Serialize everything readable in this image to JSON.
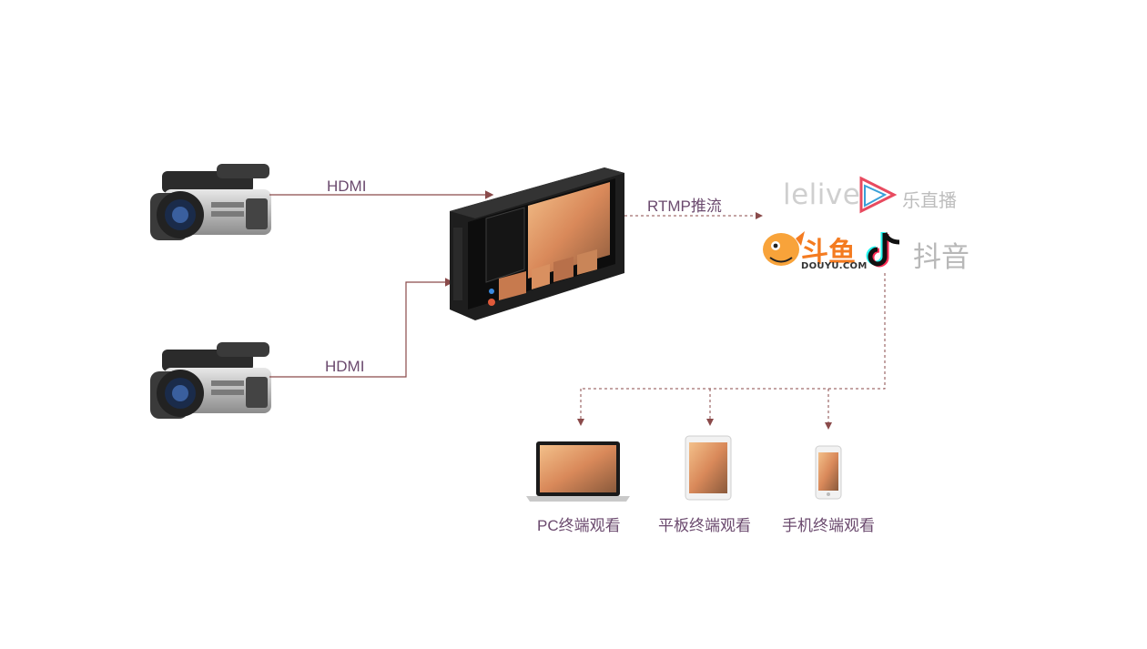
{
  "links": {
    "camera1_label": "HDMI",
    "camera2_label": "HDMI",
    "stream_label": "RTMP推流"
  },
  "platforms": {
    "lelive_en": "lelive",
    "lelive_cn": "乐直播",
    "douyu_cn": "斗鱼",
    "douyu_en": "DOUYU.COM",
    "douyin_cn": "抖音"
  },
  "viewers": [
    {
      "label": "PC终端观看"
    },
    {
      "label": "平板终端观看"
    },
    {
      "label": "手机终端观看"
    }
  ],
  "colors": {
    "line": "#8a4a4a",
    "label": "#6b4a6e",
    "douyu": "#f47b20"
  }
}
